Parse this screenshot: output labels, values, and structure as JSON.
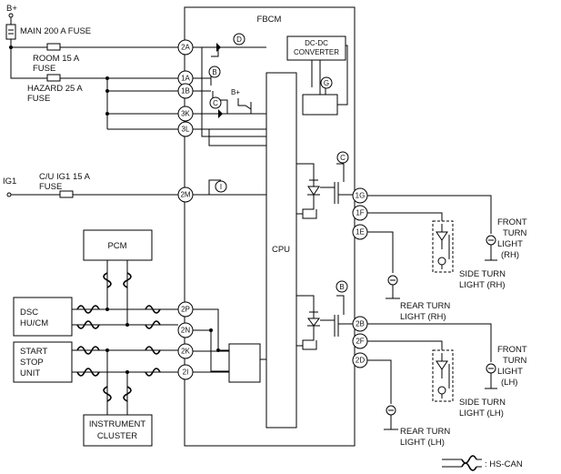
{
  "module": "FBCM",
  "cpu": "CPU",
  "dcdc": [
    "DC-DC",
    "CONVERTER"
  ],
  "power": {
    "battery": "B+",
    "inner_bplus": "B+",
    "ig1": "IG1"
  },
  "fuses": {
    "main": "MAIN 200 A FUSE",
    "room": [
      "ROOM 15 A",
      "FUSE"
    ],
    "hazard": [
      "HAZARD 25 A",
      "FUSE"
    ],
    "cuig1": [
      "C/U IG1 15 A",
      "FUSE"
    ]
  },
  "connectors": [
    "2A",
    "1A",
    "1B",
    "3K",
    "3L",
    "2M",
    "2P",
    "2N",
    "2K",
    "2I",
    "1G",
    "1F",
    "1E",
    "2B",
    "2F",
    "2D"
  ],
  "markers": [
    "D",
    "B",
    "C",
    "G",
    "I",
    "C",
    "B"
  ],
  "units": {
    "pcm": "PCM",
    "dsc": [
      "DSC",
      "HU/CM"
    ],
    "ssu": [
      "START",
      "STOP",
      "UNIT"
    ],
    "ic": [
      "INSTRUMENT",
      "CLUSTER"
    ]
  },
  "lamps": {
    "front_rh": [
      "FRONT",
      "TURN",
      "LIGHT",
      "(RH)"
    ],
    "side_rh": [
      "SIDE TURN",
      "LIGHT (RH)"
    ],
    "rear_rh": [
      "REAR TURN",
      "LIGHT (RH)"
    ],
    "front_lh": [
      "FRONT",
      "TURN",
      "LIGHT",
      "(LH)"
    ],
    "side_lh": [
      "SIDE TURN",
      "LIGHT (LH)"
    ],
    "rear_lh": [
      "REAR TURN",
      "LIGHT (LH)"
    ]
  },
  "legend": ": HS-CAN"
}
